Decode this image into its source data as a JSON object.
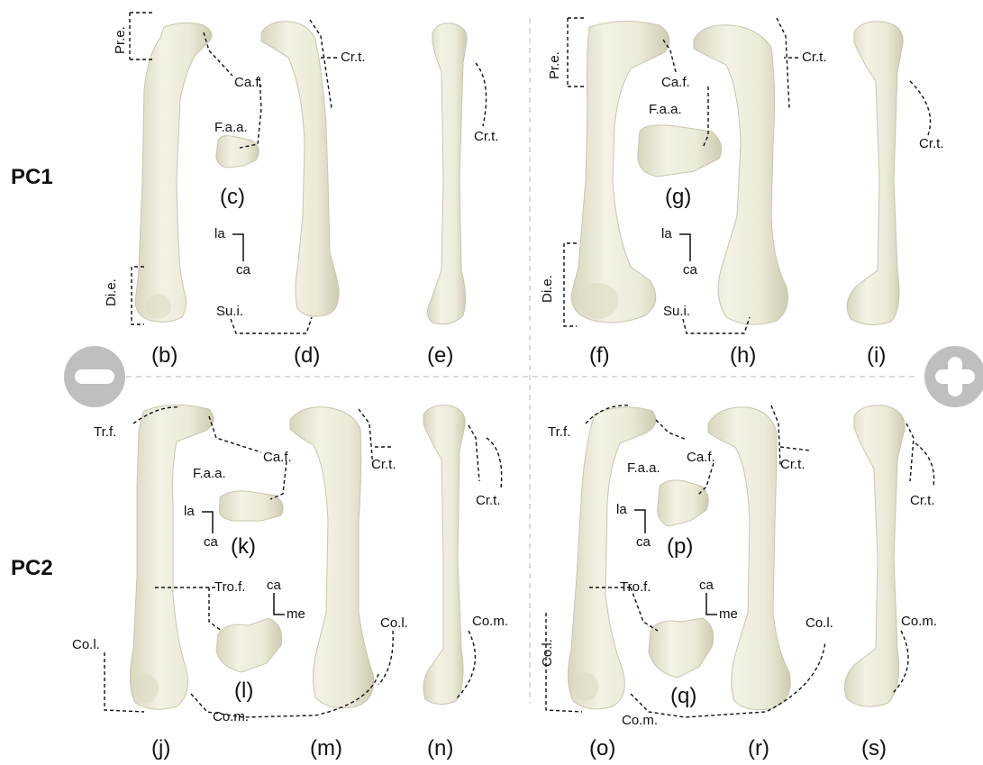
{
  "row_labels": {
    "pc1": "PC1",
    "pc2": "PC2"
  },
  "sign_markers": {
    "negative": "minus-sign",
    "positive": "plus-sign",
    "color": "#bfbfbf"
  },
  "panels": {
    "b": "(b)",
    "c": "(c)",
    "d": "(d)",
    "e": "(e)",
    "f": "(f)",
    "g": "(g)",
    "h": "(h)",
    "i": "(i)",
    "j": "(j)",
    "k": "(k)",
    "l": "(l)",
    "m": "(m)",
    "n": "(n)",
    "o": "(o)",
    "p": "(p)",
    "q": "(q)",
    "r": "(r)",
    "s": "(s)"
  },
  "annotations": {
    "pre": "Pr.e.",
    "die": "Di.e.",
    "caf": "Ca.f.",
    "faa": "F.a.a.",
    "crt": "Cr.t.",
    "sui": "Su.i.",
    "trf": "Tr.f.",
    "trof": "Tro.f.",
    "col": "Co.l.",
    "com": "Co.m."
  },
  "orientation": {
    "la": "la",
    "ca": "ca",
    "me": "me"
  },
  "colors": {
    "bone": "#ecebd9",
    "bone_shadow": "#c9c5ad",
    "divider": "#cfcfcf"
  }
}
